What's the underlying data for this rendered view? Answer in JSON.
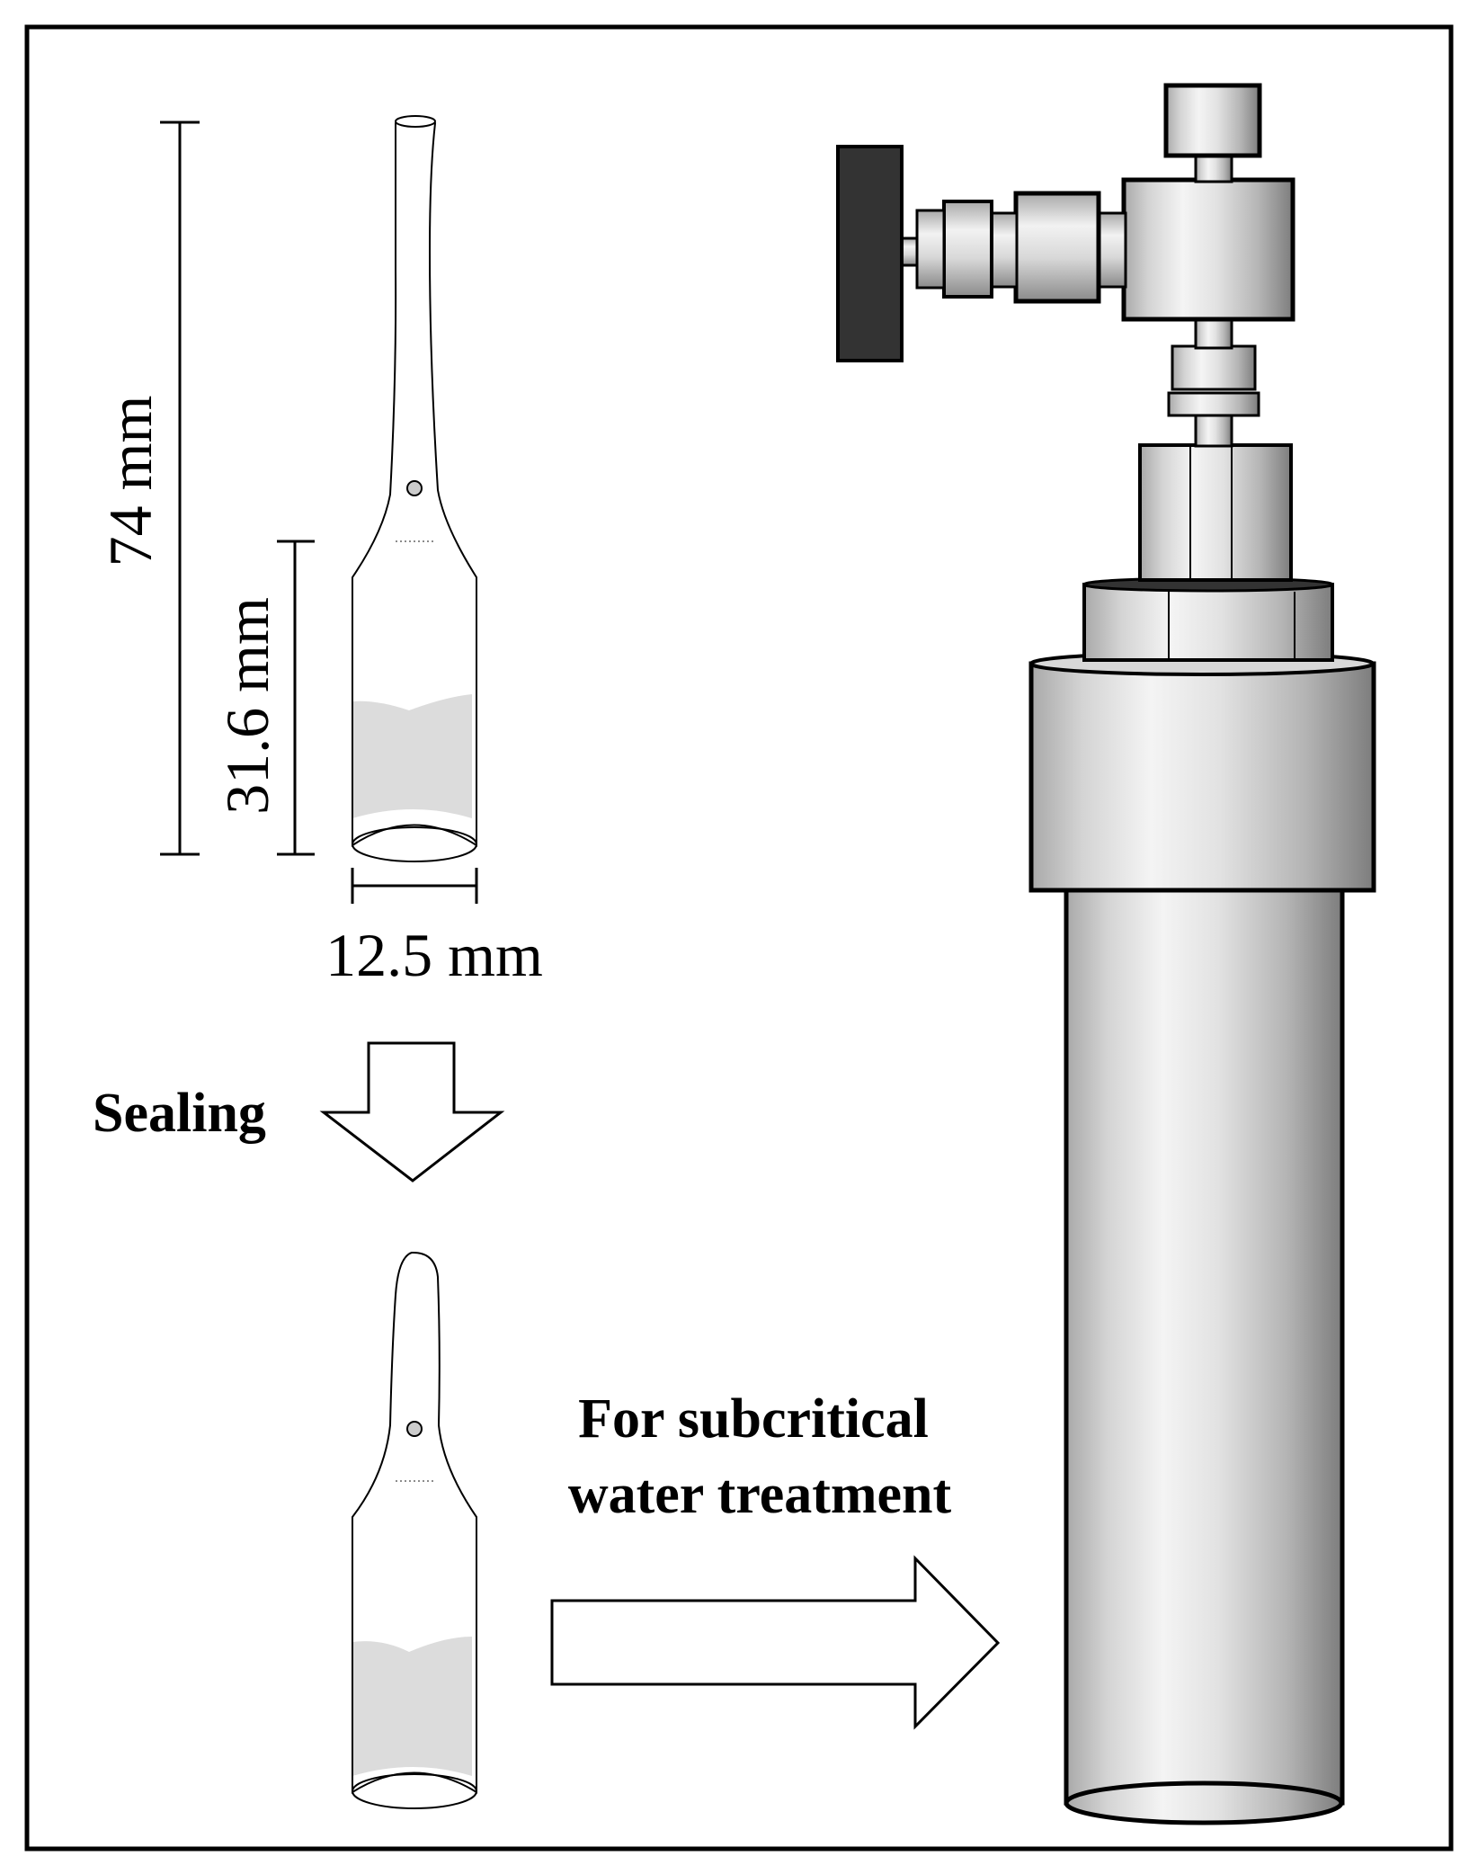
{
  "dimensions": {
    "overall_length": "74 mm",
    "body_length": "31.6 mm",
    "diameter": "12.5 mm"
  },
  "step_label": "Sealing",
  "destination_label": {
    "line1": "For subcritical",
    "line2": "water treatment"
  },
  "colors": {
    "liquid": "#dcdcdc",
    "outline": "#000000",
    "knob": "#333333"
  }
}
